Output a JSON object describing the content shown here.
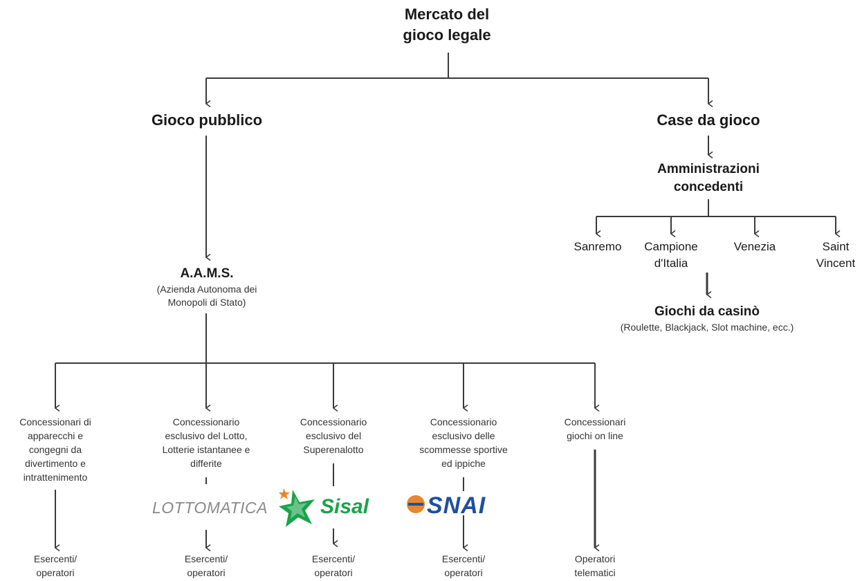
{
  "root": {
    "line1": "Mercato del",
    "line2": "gioco legale"
  },
  "gioco_pubblico": {
    "label": "Gioco pubblico"
  },
  "case_da_gioco": {
    "label": "Case da gioco"
  },
  "amministrazioni": {
    "line1": "Amministrazioni",
    "line2": "concedenti"
  },
  "casinos": [
    {
      "line1": "Sanremo",
      "line2": ""
    },
    {
      "line1": "Campione",
      "line2": "d'Italia"
    },
    {
      "line1": "Venezia",
      "line2": ""
    },
    {
      "line1": "Saint",
      "line2": "Vincent"
    }
  ],
  "giochi_casino": {
    "title": "Giochi da casinò",
    "subtitle": "(Roulette, Blackjack, Slot machine, ecc.)"
  },
  "aams": {
    "title": "A.A.M.S.",
    "sub1": "(Azienda Autonoma dei",
    "sub2": "Monopoli di Stato)"
  },
  "concessionari": [
    {
      "lines": [
        "Concessionari di",
        "apparecchi e",
        "congegni da",
        "divertimento e",
        "intrattenimento"
      ],
      "leaf": [
        "Esercenti/",
        "operatori"
      ]
    },
    {
      "lines": [
        "Concessionario",
        "esclusivo del Lotto,",
        "Lotterie istantanee e",
        "differite"
      ],
      "leaf": [
        "Esercenti/",
        "operatori"
      ]
    },
    {
      "lines": [
        "Concessionario",
        "esclusivo del",
        "Superenalotto"
      ],
      "leaf": [
        "Esercenti/",
        "operatori"
      ]
    },
    {
      "lines": [
        "Concessionario",
        "esclusivo delle",
        "scommesse sportive",
        "ed ippiche"
      ],
      "leaf": [
        "Esercenti/",
        "operatori"
      ]
    },
    {
      "lines": [
        "Concessionari",
        "giochi on line"
      ],
      "leaf": [
        "Operatori",
        "telematici"
      ]
    }
  ],
  "logos": {
    "lottomatica": "LOTTOMATICA",
    "sisal": "Sisal",
    "snai": "SNAI"
  },
  "colors": {
    "line": "#3a3a3a",
    "sisal_green": "#1aa34a",
    "snai_blue": "#1f4f9e",
    "snai_orange": "#e8862a",
    "lotto_grey": "#8a8a8a"
  }
}
